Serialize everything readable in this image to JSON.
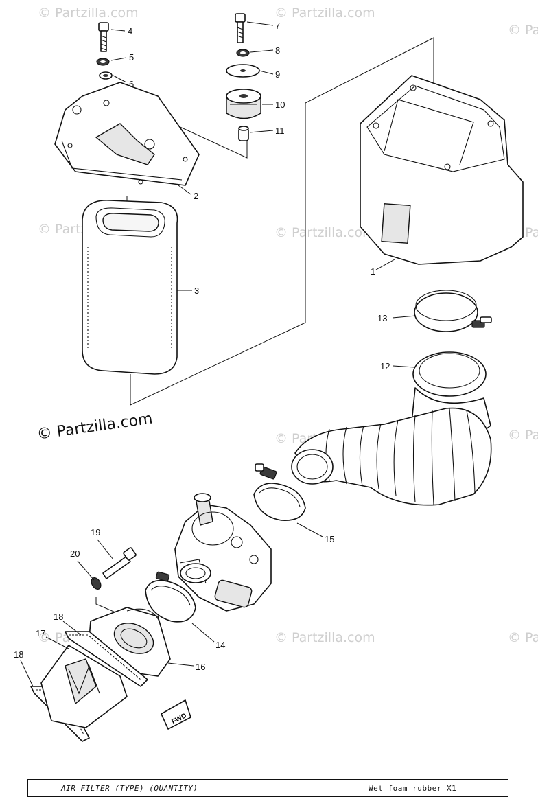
{
  "watermarks": {
    "brand": "© Partzilla.com",
    "brand_main": "© Partzilla.com"
  },
  "callouts": {
    "c1": "1",
    "c2": "2",
    "c3": "3",
    "c4": "4",
    "c5": "5",
    "c6": "6",
    "c7": "7",
    "c8": "8",
    "c9": "9",
    "c10": "10",
    "c11": "11",
    "c12": "12",
    "c13": "13",
    "c14": "14",
    "c15": "15",
    "c16": "16",
    "c17": "17",
    "c18a": "18",
    "c18b": "18",
    "c19": "19",
    "c20": "20"
  },
  "fwd_label": "FWD",
  "spec_table": {
    "label": "AIR FILTER (TYPE) (QUANTITY)",
    "value": "Wet foam rubber  X1"
  }
}
